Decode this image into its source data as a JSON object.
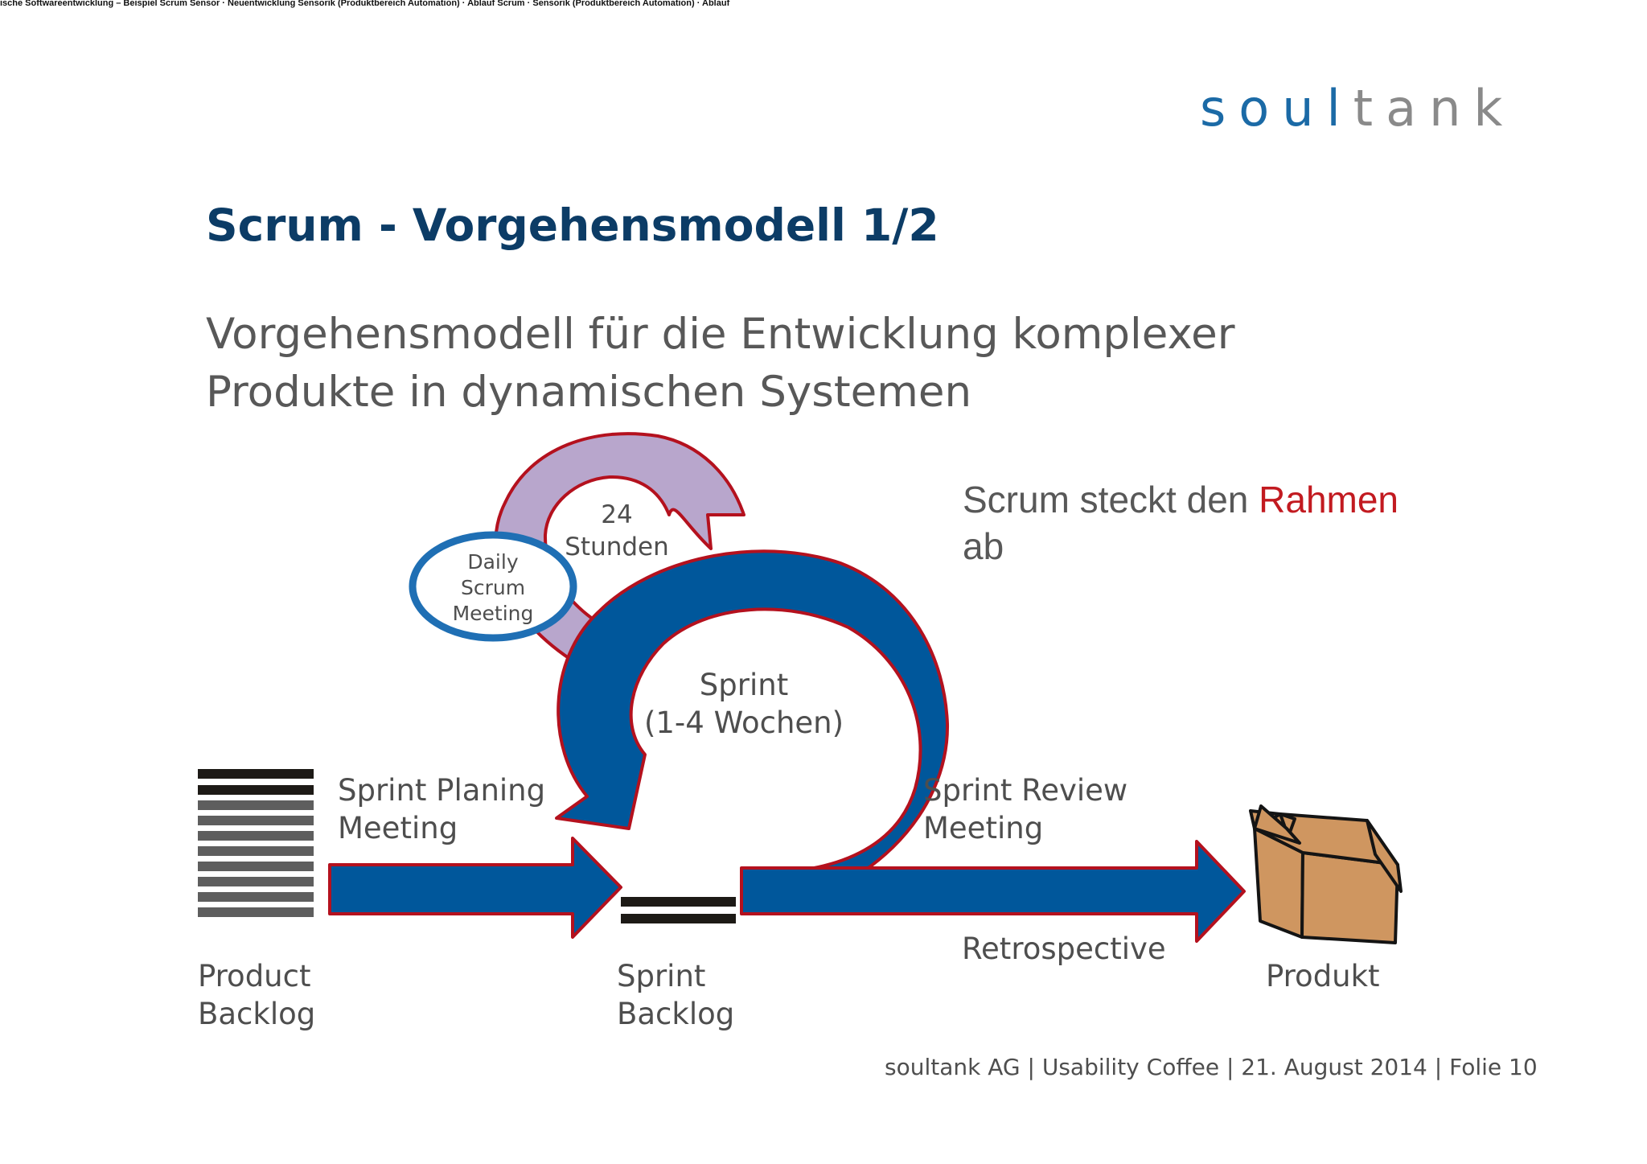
{
  "header": {
    "top_strip": "ische Softwareentwicklung – Beispiel Scrum Sensor · Neuentwicklung Sensorik (Produktbereich Automation) · Ablauf Scrum · Sensorik (Produktbereich Automation) · Ablauf"
  },
  "logo": {
    "part1": "soul",
    "part2": "tank"
  },
  "slide": {
    "title": "Scrum - Vorgehensmodell 1/2",
    "subtitle_line1": "Vorgehensmodell für die Entwicklung komplexer",
    "subtitle_line2": "Produkte in dynamischen Systemen"
  },
  "note": {
    "text_prefix": "Scrum steckt den ",
    "text_highlight": "Rahmen",
    "text_suffix": "ab"
  },
  "diagram": {
    "daily_line1": "Daily",
    "daily_line2": "Scrum",
    "daily_line3": "Meeting",
    "cycle_line1": "24",
    "cycle_line2": "Stunden",
    "sprint_line1": "Sprint",
    "sprint_line2": "(1-4 Wochen)",
    "planning_line1": "Sprint Planing",
    "planning_line2": "Meeting",
    "review_line1": "Sprint Review",
    "review_line2": "Meeting",
    "retrospective": "Retrospective",
    "product_backlog_line1": "Product",
    "product_backlog_line2": "Backlog",
    "sprint_backlog_line1": "Sprint",
    "sprint_backlog_line2": "Backlog",
    "product": "Produkt"
  },
  "footer": {
    "text": "soultank AG | Usability Coffee | 21. August 2014 | Folie 10"
  },
  "colors": {
    "title": "#0c3c66",
    "subtitle": "#585858",
    "label": "#4e4e4e",
    "arrow_blue": "#00579b",
    "arrow_outline": "#b4111e",
    "cycle_lilac": "#b8a6cc",
    "daily_ring": "#1f6fb4",
    "highlight_red": "#c21a20",
    "logo_blue": "#1b6aa6",
    "logo_gray": "#8a8a8a",
    "box_brown": "#cf9660"
  },
  "icons": {
    "product_backlog": "stacked-bars-icon",
    "sprint_backlog": "double-bar-icon",
    "product": "open-cardboard-box-icon"
  }
}
